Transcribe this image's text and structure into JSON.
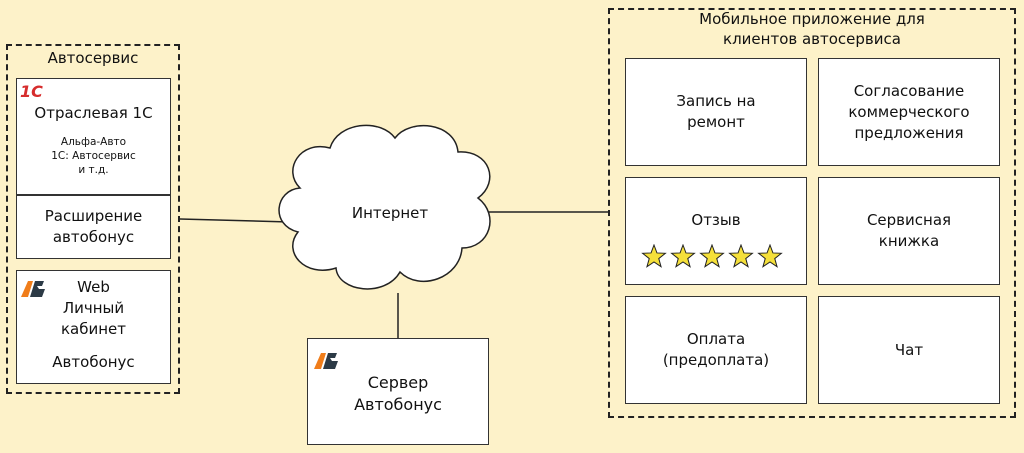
{
  "colors": {
    "background": "#fdf2c9",
    "logo_1c_red": "#d62d2d",
    "star_fill": "#f5e03a",
    "ab_logo_orange": "#f07d1a"
  },
  "left_group": {
    "title": "Автосервис",
    "oneC": {
      "logo_text": "1С",
      "title": "Отраслевая 1С",
      "examples": "Альфа-Авто\n1С: Автосервис\nи т.д."
    },
    "extension": "Расширение\nавтобонус",
    "web": {
      "title": "Web\nЛичный\nкабинет",
      "subtitle": "Автобонус"
    }
  },
  "cloud": {
    "label": "Интернет"
  },
  "server": {
    "label": "Сервер\nАвтобонус"
  },
  "mobile": {
    "title": "Мобильное приложение для\nклиентов автосервиса",
    "tiles": [
      {
        "label": "Запись на\nремонт"
      },
      {
        "label": "Согласование\nкоммерческого\nпредложения"
      },
      {
        "label": "Отзыв"
      },
      {
        "label": "Сервисная\nкнижка"
      },
      {
        "label": "Оплата\n(предоплата)"
      },
      {
        "label": "Чат"
      }
    ],
    "rating_stars": 5
  }
}
